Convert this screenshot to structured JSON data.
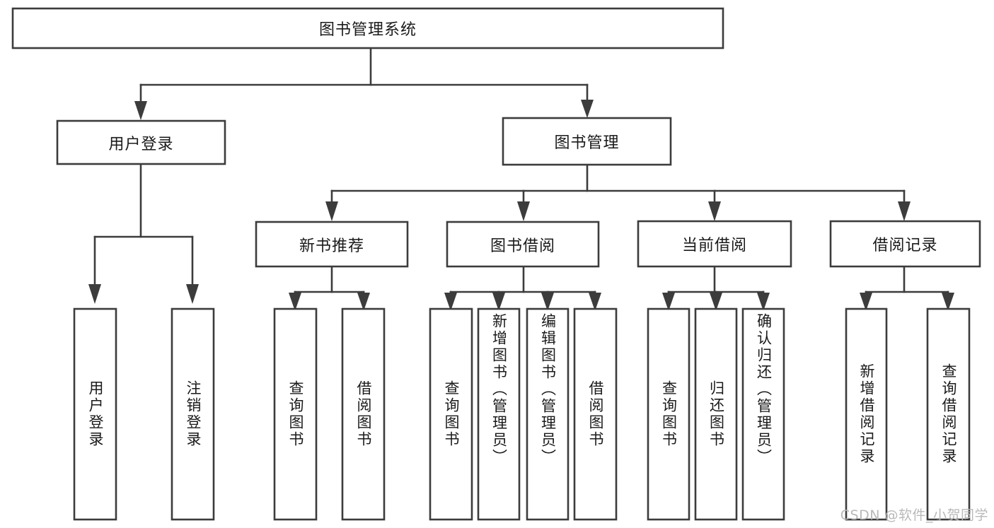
{
  "diagram": {
    "title": "图书管理系统",
    "type": "tree",
    "colors": {
      "background": "#ffffff",
      "box_fill": "#ffffff",
      "box_stroke": "#3c3c3c",
      "text": "#1a1a1a",
      "watermark": "#b9b9b9"
    },
    "root": {
      "label": "图书管理系统"
    },
    "level2": [
      {
        "label": "用户登录"
      },
      {
        "label": "图书管理"
      }
    ],
    "level3": [
      {
        "label": "新书推荐"
      },
      {
        "label": "图书借阅"
      },
      {
        "label": "当前借阅"
      },
      {
        "label": "借阅记录"
      }
    ],
    "leaves": {
      "user_login": [
        {
          "label": "用户登录",
          "align": "center"
        },
        {
          "label": "注销登录",
          "align": "center"
        }
      ],
      "new_book_rec": [
        {
          "label": "查询图书",
          "align": "center"
        },
        {
          "label": "借阅图书",
          "align": "center"
        }
      ],
      "book_borrow": [
        {
          "label": "查询图书",
          "align": "center"
        },
        {
          "label": "新增图书（管理员）",
          "align": "top"
        },
        {
          "label": "编辑图书（管理员）",
          "align": "top"
        },
        {
          "label": "借阅图书",
          "align": "center"
        }
      ],
      "current_borrow": [
        {
          "label": "查询图书",
          "align": "center"
        },
        {
          "label": "归还图书",
          "align": "center"
        },
        {
          "label": "确认归还（管理员）",
          "align": "top"
        }
      ],
      "borrow_record": [
        {
          "label": "新增借阅记录",
          "align": "center"
        },
        {
          "label": "查询借阅记录",
          "align": "center"
        }
      ]
    }
  },
  "watermark": {
    "text": "CSDN @软件_小贺同学"
  }
}
